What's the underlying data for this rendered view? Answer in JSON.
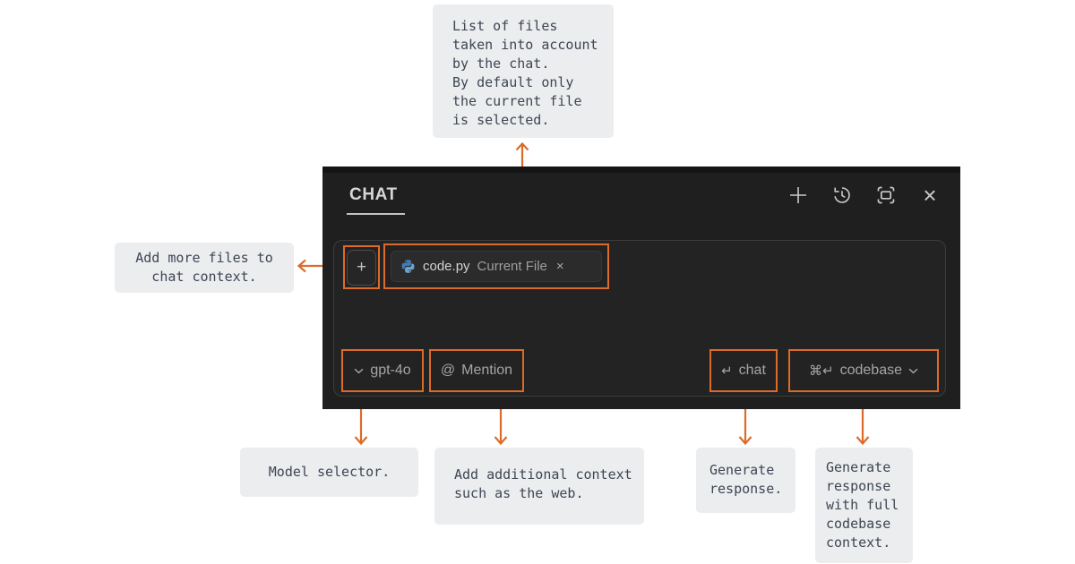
{
  "annotations": {
    "files_list": {
      "lines": [
        "List of files",
        "taken into account",
        "by the chat.",
        "By default only",
        "the current file",
        "is selected."
      ]
    },
    "add_files": {
      "lines": [
        "Add more files to",
        "chat context."
      ]
    },
    "model_selector": {
      "lines": [
        "Model selector."
      ]
    },
    "mention": {
      "lines": [
        "Add additional context",
        "such as the web."
      ]
    },
    "generate": {
      "lines": [
        "Generate",
        "response."
      ]
    },
    "generate_codebase": {
      "lines": [
        "Generate",
        "response",
        "with full",
        "codebase",
        "context."
      ]
    }
  },
  "panel": {
    "title": "CHAT",
    "add_button_label": "+",
    "chip": {
      "file_name": "code.py",
      "tag": "Current File",
      "close": "×"
    },
    "model_button": {
      "label": "gpt-4o"
    },
    "mention_button": {
      "at": "@",
      "label": "Mention"
    },
    "chat_button": {
      "key": "↵",
      "label": "chat"
    },
    "codebase_button": {
      "keys": "⌘↵",
      "label": "codebase"
    },
    "close_label": "×"
  },
  "colors": {
    "accent_orange": "#DC6B29",
    "annotation_bg": "#ECEDEF",
    "annotation_text": "#3D4653",
    "panel_bg": "#1F1F1F",
    "input_border": "#3D3D3D",
    "chip_bg": "#2B2B2B",
    "muted_text": "#A5A5A5",
    "icon_color": "#CBCBCB",
    "python_blue": "#3F7CB6",
    "python_light_blue": "#6AA5D3"
  }
}
